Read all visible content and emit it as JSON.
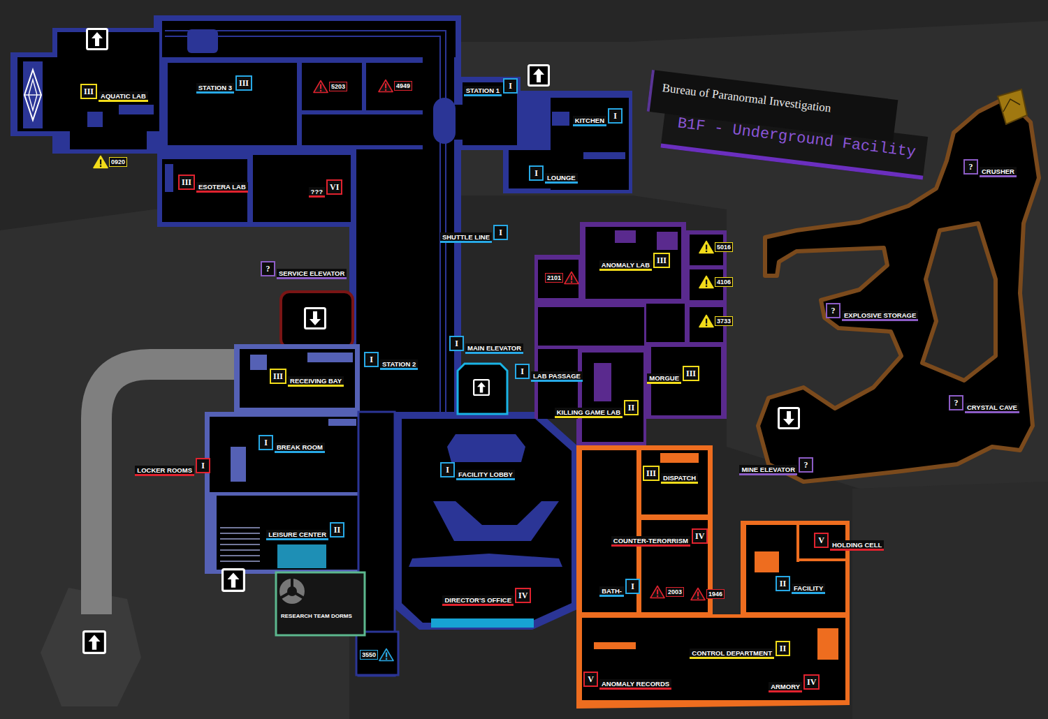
{
  "diagram": {
    "title": "Bureau of Paranormal Investigation",
    "nodes": [
      {
        "text": [
          "III",
          "AQUATIC LAB"
        ]
      },
      {
        "text": [
          "III",
          "STATION 3"
        ]
      },
      {
        "text": [
          "5203"
        ]
      },
      {
        "text": [
          "4949"
        ]
      },
      {
        "text": [
          "I",
          "STATION 1"
        ]
      },
      {
        "text": [
          "I",
          "KITCHEN"
        ]
      },
      {
        "text": [
          "0920"
        ]
      },
      {
        "text": [
          "III",
          "ESOTERA LAB"
        ]
      },
      {
        "text": [
          "VI",
          "???"
        ]
      },
      {
        "text": [
          "I",
          "LOUNGE"
        ]
      },
      {
        "text": [
          "I",
          "SHUTTLE LINE"
        ]
      },
      {
        "text": [
          "?",
          "SERVICE ELEVATOR"
        ]
      },
      {
        "text": [
          "5016"
        ]
      },
      {
        "text": [
          "III",
          "ANOMALY LAB"
        ]
      },
      {
        "text": [
          "2101"
        ]
      },
      {
        "text": [
          "4106"
        ]
      },
      {
        "text": [
          "3733"
        ]
      },
      {
        "text": [
          "?",
          "CRUSHER"
        ]
      },
      {
        "text": [
          "?",
          "EXPLOSIVE STORAGE"
        ]
      },
      {
        "text": [
          "I",
          "MAIN ELEVATOR"
        ]
      },
      {
        "text": [
          "I",
          "STATION 2"
        ]
      },
      {
        "text": [
          "III",
          "RECEIVING BAY"
        ]
      },
      {
        "text": [
          "I",
          "LAB PASSAGE"
        ]
      },
      {
        "text": [
          "III",
          "MORGUE"
        ]
      },
      {
        "text": [
          "II",
          "KILLING GAME LAB"
        ]
      },
      {
        "text": [
          "?",
          "CRYSTAL CAVE"
        ]
      },
      {
        "text": [
          "I",
          "BREAK ROOM"
        ]
      },
      {
        "text": [
          "I",
          "LOCKER ROOMS"
        ]
      },
      {
        "text": [
          "?",
          "MINE ELEVATOR"
        ]
      },
      {
        "text": [
          "I",
          "FACILITY LOBBY"
        ]
      },
      {
        "text": [
          "III",
          "DISPATCH"
        ]
      },
      {
        "text": [
          "II",
          "LEISURE CENTER"
        ]
      },
      {
        "text": [
          "IV",
          "COUNTER-TERORRISM"
        ]
      },
      {
        "text": [
          "V",
          "HOLDING CELL"
        ]
      },
      {
        "text": [
          "II",
          "FACILITY"
        ]
      },
      {
        "text": [
          "I",
          "BATH-"
        ]
      },
      {
        "text": [
          "2003"
        ]
      },
      {
        "text": [
          "1946"
        ]
      },
      {
        "text": [
          "IV",
          "DIRECTOR'S OFFICE"
        ]
      },
      {
        "text": [
          "II",
          "CONTROL DEPARTMENT"
        ]
      },
      {
        "text": [
          "3550"
        ]
      },
      {
        "text": [
          "V",
          "ANOMALY RECORDS"
        ]
      },
      {
        "text": [
          "IV",
          "ARMORY"
        ]
      }
    ],
    "labels": [
      "B1F - Underground Facility",
      "RESEARCH TEAM DORMS"
    ]
  }
}
